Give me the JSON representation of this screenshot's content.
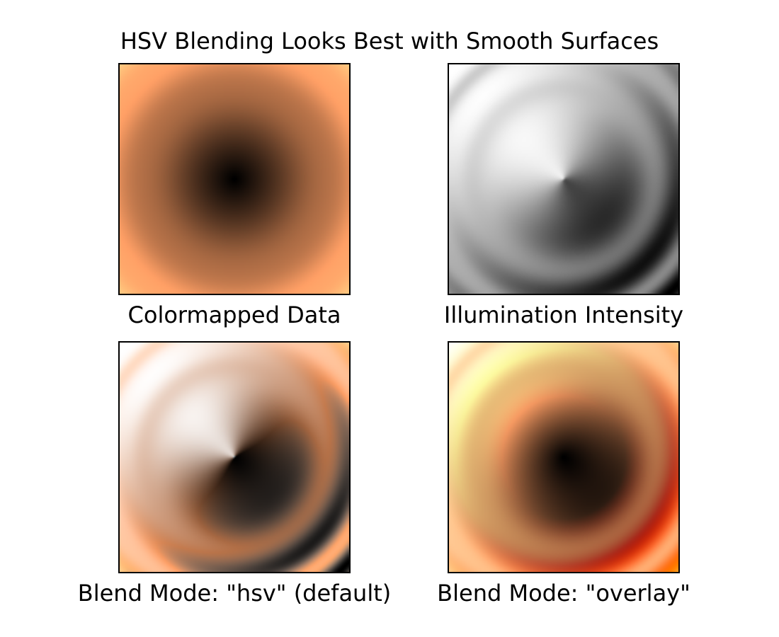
{
  "figure": {
    "title": "HSV Blending Looks Best with Smooth Surfaces"
  },
  "chart_data": [
    {
      "type": "heatmap",
      "title": "Colormapped Data",
      "colormap": "copper",
      "pattern": "concentric ripples",
      "xlabel": "",
      "ylabel": "",
      "axes_visible": false
    },
    {
      "type": "heatmap",
      "title": "Illumination Intensity",
      "colormap": "gray",
      "pattern": "hillshade of concentric ripples",
      "xlabel": "",
      "ylabel": "",
      "axes_visible": false
    },
    {
      "type": "heatmap",
      "title": "Blend Mode: \"hsv\" (default)",
      "colormap": "copper",
      "blend_mode": "hsv",
      "xlabel": "",
      "ylabel": "",
      "axes_visible": false
    },
    {
      "type": "heatmap",
      "title": "Blend Mode: \"overlay\"",
      "colormap": "copper",
      "blend_mode": "overlay",
      "xlabel": "",
      "ylabel": "",
      "axes_visible": false
    }
  ]
}
